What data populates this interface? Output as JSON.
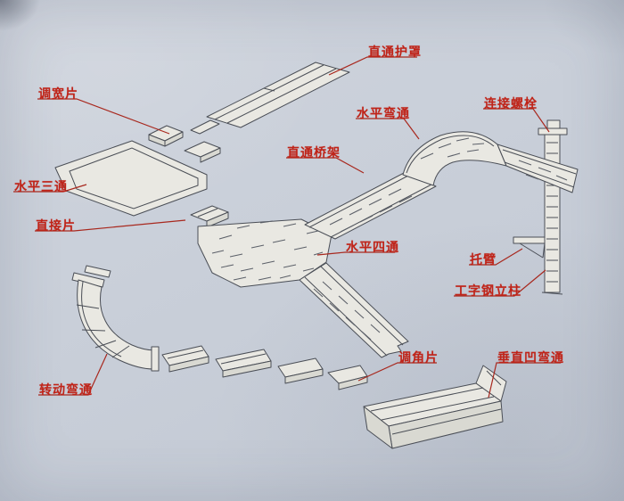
{
  "diagram": {
    "kind": "cable-tray-assembly-exploded-diagram"
  },
  "labels": [
    {
      "id": "straight-cover",
      "text": "直通护罩"
    },
    {
      "id": "width-adjust-piece",
      "text": "调宽片"
    },
    {
      "id": "horizontal-bend",
      "text": "水平弯通"
    },
    {
      "id": "connecting-bolt",
      "text": "连接螺栓"
    },
    {
      "id": "straight-tray",
      "text": "直通桥架"
    },
    {
      "id": "horizontal-tee",
      "text": "水平三通"
    },
    {
      "id": "direct-piece",
      "text": "直接片"
    },
    {
      "id": "horizontal-cross",
      "text": "水平四通"
    },
    {
      "id": "bracket-arm",
      "text": "托臂"
    },
    {
      "id": "i-beam-column",
      "text": "工字钢立柱"
    },
    {
      "id": "angle-adjust-piece",
      "text": "调角片"
    },
    {
      "id": "vertical-concave-bend",
      "text": "垂直凹弯通"
    },
    {
      "id": "rotating-bend",
      "text": "转动弯通"
    }
  ],
  "colors": {
    "label_text": "#c02318",
    "leader_line": "#a8281e",
    "drawing_line": "#4a4e56",
    "surface": "#e9e8e2",
    "background": "#c9cfd9"
  }
}
